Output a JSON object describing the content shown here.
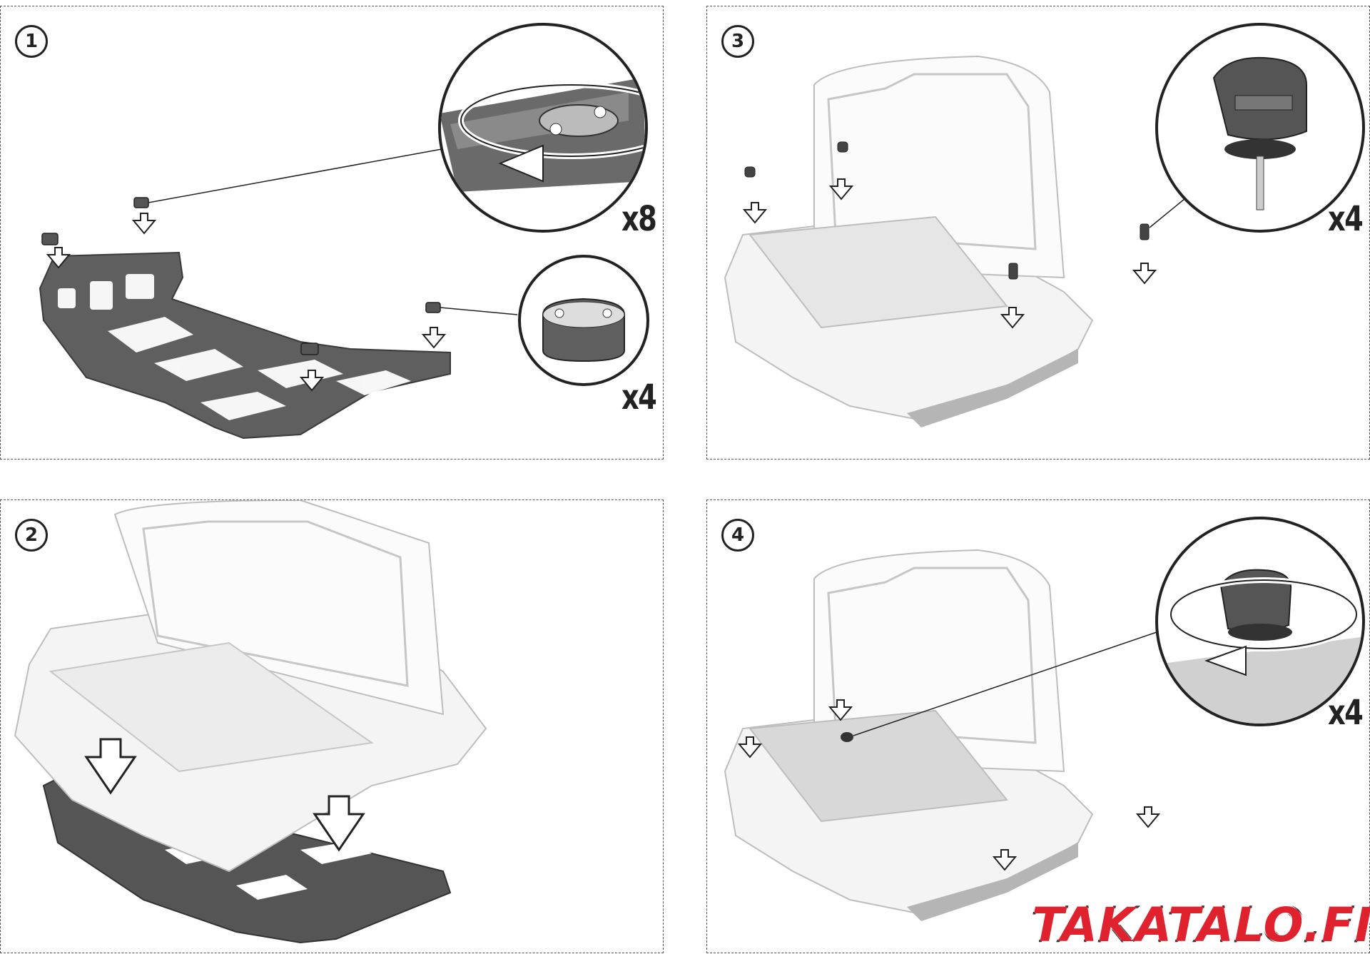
{
  "panels": [
    {
      "step": "1",
      "quantities": [
        "x8",
        "x4"
      ]
    },
    {
      "step": "3",
      "quantities": [
        "x4"
      ]
    },
    {
      "step": "2",
      "quantities": []
    },
    {
      "step": "4",
      "quantities": [
        "x4"
      ]
    }
  ],
  "watermark": "TAKATALO.FI",
  "colors": {
    "part_dark": "#5f5f5f",
    "outline": "#222222",
    "case_line": "#bdbdbd"
  }
}
